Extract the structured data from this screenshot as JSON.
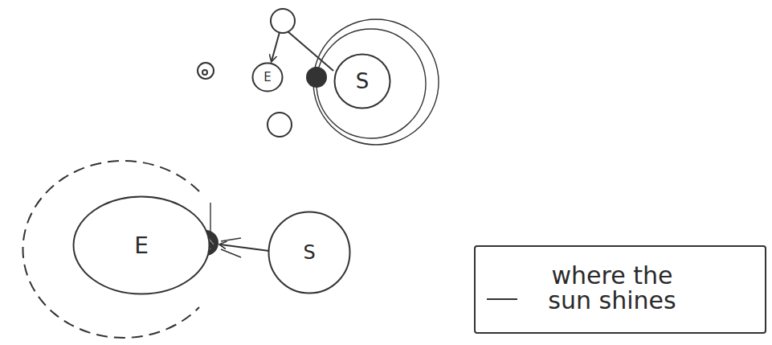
{
  "diagram": {
    "nodes": [
      {
        "text": [
          "E"
        ]
      },
      {
        "text": [
          "S"
        ]
      },
      {
        "text": [
          "E"
        ]
      },
      {
        "text": [
          "S"
        ]
      }
    ],
    "legend": [
      {
        "text": "where the sun shines"
      }
    ]
  }
}
